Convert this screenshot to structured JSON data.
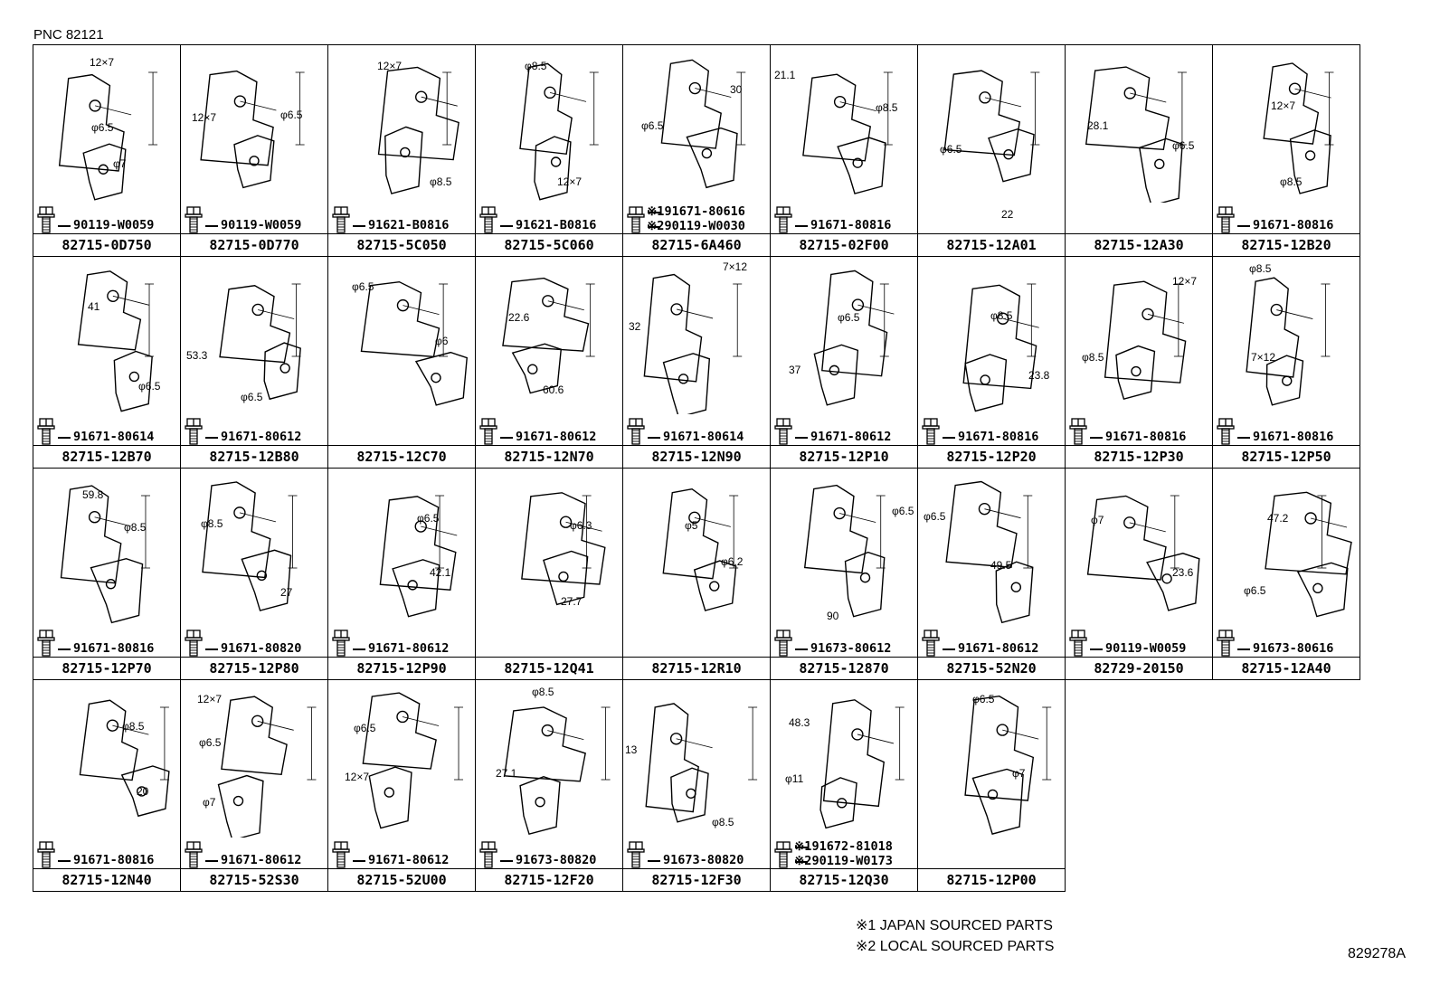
{
  "pnc": "PNC 82121",
  "cells": [
    {
      "label": "82715-0D750",
      "bolt": [
        "90119-W0059"
      ],
      "dims": [
        "12×7",
        "φ6.5",
        "φ7"
      ]
    },
    {
      "label": "82715-0D770",
      "bolt": [
        "90119-W0059"
      ],
      "dims": [
        "12×7",
        "φ6.5"
      ]
    },
    {
      "label": "82715-5C050",
      "bolt": [
        "91621-B0816"
      ],
      "dims": [
        "12×7",
        "φ8.5"
      ]
    },
    {
      "label": "82715-5C060",
      "bolt": [
        "91621-B0816"
      ],
      "dims": [
        "φ8.5",
        "12×7"
      ]
    },
    {
      "label": "82715-6A460",
      "bolt": [
        "※191671-80616",
        "※290119-W0030"
      ],
      "dims": [
        "30",
        "φ6.5"
      ]
    },
    {
      "label": "82715-02F00",
      "bolt": [
        "91671-80816"
      ],
      "dims": [
        "21.1",
        "φ8.5"
      ]
    },
    {
      "label": "82715-12A01",
      "bolt": [],
      "dims": [
        "φ6.5",
        "22"
      ]
    },
    {
      "label": "82715-12A30",
      "bolt": [],
      "dims": [
        "28.1",
        "φ6.5"
      ]
    },
    {
      "label": "82715-12B20",
      "bolt": [
        "91671-80816"
      ],
      "dims": [
        "12×7",
        "φ8.5"
      ]
    },
    {
      "label": "82715-12B70",
      "bolt": [
        "91671-80614"
      ],
      "dims": [
        "41",
        "φ6.5"
      ]
    },
    {
      "label": "82715-12B80",
      "bolt": [
        "91671-80612"
      ],
      "dims": [
        "53.3",
        "φ6.5"
      ]
    },
    {
      "label": "82715-12C70",
      "bolt": [],
      "dims": [
        "φ6.5",
        "φ6"
      ]
    },
    {
      "label": "82715-12N70",
      "bolt": [
        "91671-80612"
      ],
      "dims": [
        "22.6",
        "60.6"
      ]
    },
    {
      "label": "82715-12N90",
      "bolt": [
        "91671-80614"
      ],
      "dims": [
        "7×12",
        "32"
      ]
    },
    {
      "label": "82715-12P10",
      "bolt": [
        "91671-80612"
      ],
      "dims": [
        "φ6.5",
        "37"
      ]
    },
    {
      "label": "82715-12P20",
      "bolt": [
        "91671-80816"
      ],
      "dims": [
        "φ8.5",
        "23.8"
      ]
    },
    {
      "label": "82715-12P30",
      "bolt": [
        "91671-80816"
      ],
      "dims": [
        "12×7",
        "φ8.5"
      ]
    },
    {
      "label": "82715-12P50",
      "bolt": [
        "91671-80816"
      ],
      "dims": [
        "φ8.5",
        "7×12"
      ]
    },
    {
      "label": "82715-12P70",
      "bolt": [
        "91671-80816"
      ],
      "dims": [
        "59.8",
        "φ8.5"
      ]
    },
    {
      "label": "82715-12P80",
      "bolt": [
        "91671-80820"
      ],
      "dims": [
        "φ8.5",
        "27"
      ]
    },
    {
      "label": "82715-12P90",
      "bolt": [
        "91671-80612"
      ],
      "dims": [
        "φ6.5",
        "42.1"
      ]
    },
    {
      "label": "82715-12Q41",
      "bolt": [],
      "dims": [
        "φ6.3",
        "27.7"
      ]
    },
    {
      "label": "82715-12R10",
      "bolt": [],
      "dims": [
        "φ5",
        "φ6.2"
      ]
    },
    {
      "label": "82715-12870",
      "bolt": [
        "91673-80612"
      ],
      "dims": [
        "φ6.5",
        "90"
      ]
    },
    {
      "label": "82715-52N20",
      "bolt": [
        "91671-80612"
      ],
      "dims": [
        "φ6.5",
        "49.5"
      ]
    },
    {
      "label": "82729-20150",
      "bolt": [
        "90119-W0059"
      ],
      "dims": [
        "φ7",
        "23.6"
      ]
    },
    {
      "label": "82715-12A40",
      "bolt": [
        "91673-80616"
      ],
      "dims": [
        "47.2",
        "φ6.5"
      ]
    },
    {
      "label": "82715-12N40",
      "bolt": [
        "91671-80816"
      ],
      "dims": [
        "φ8.5",
        "20"
      ]
    },
    {
      "label": "82715-52S30",
      "bolt": [
        "91671-80612"
      ],
      "dims": [
        "12×7",
        "φ6.5",
        "φ7"
      ]
    },
    {
      "label": "82715-52U00",
      "bolt": [
        "91671-80612"
      ],
      "dims": [
        "φ6.5",
        "12×7"
      ]
    },
    {
      "label": "82715-12F20",
      "bolt": [
        "91673-80820"
      ],
      "dims": [
        "φ8.5",
        "27.1"
      ]
    },
    {
      "label": "82715-12F30",
      "bolt": [
        "91673-80820"
      ],
      "dims": [
        "13",
        "φ8.5"
      ]
    },
    {
      "label": "82715-12Q30",
      "bolt": [
        "※191672-81018",
        "※290119-W0173"
      ],
      "dims": [
        "48.3",
        "φ11"
      ]
    },
    {
      "label": "82715-12P00",
      "bolt": [],
      "dims": [
        "φ6.5",
        "φ7"
      ]
    }
  ],
  "legend": [
    "※1 JAPAN SOURCED PARTS",
    "※2 LOCAL SOURCED PARTS"
  ],
  "diagram_code": "829278A"
}
